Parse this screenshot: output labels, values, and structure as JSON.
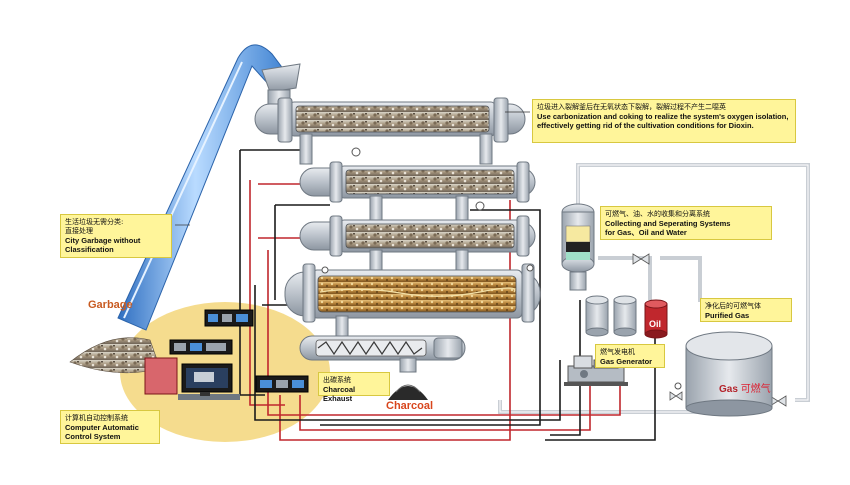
{
  "notes": {
    "top": {
      "zh": "垃圾进入裂解釜后在无氧状态下裂解，裂解过程不产生二噁英",
      "en1": "Use carbonization and coking to realize the system's oxygen isolation,",
      "en2": "effectively getting rid of the cultivation conditions for Dioxin."
    },
    "separation": {
      "zh": "可燃气、油、水的收集和分离系统",
      "en1": "Collecting and Seperating Systems",
      "en2": "for Gas、Oil and Water"
    },
    "garbage": {
      "zh1": "生活垃圾无需分类:",
      "zh2": "直接处理",
      "en1": "City Garbage without",
      "en2": "Classification"
    },
    "purified": {
      "zh": "净化后的可燃气体",
      "en": "Purified Gas"
    },
    "generator": {
      "zh": "燃气发电机",
      "en": "Gas Generator"
    },
    "exhaust": {
      "zh": "出碳系统",
      "en": "Charcoal Exhaust"
    },
    "control": {
      "zh": "计算机自动控制系统",
      "en1": "Computer Automatic",
      "en2": "Control System"
    }
  },
  "labels": {
    "garbage": "Garbage",
    "charcoal": "Charcoal",
    "gas_en": "Gas",
    "gas_zh": "可燃气",
    "oil": "Oil"
  },
  "colors": {
    "pipe_red": "#c0272d",
    "pipe_black": "#1a1a1a",
    "pipe_gray": "#c9ced4",
    "note_bg": "#fff59a",
    "control_zone": "#f3d67a",
    "conveyor_blue": "#4a8fd8"
  }
}
